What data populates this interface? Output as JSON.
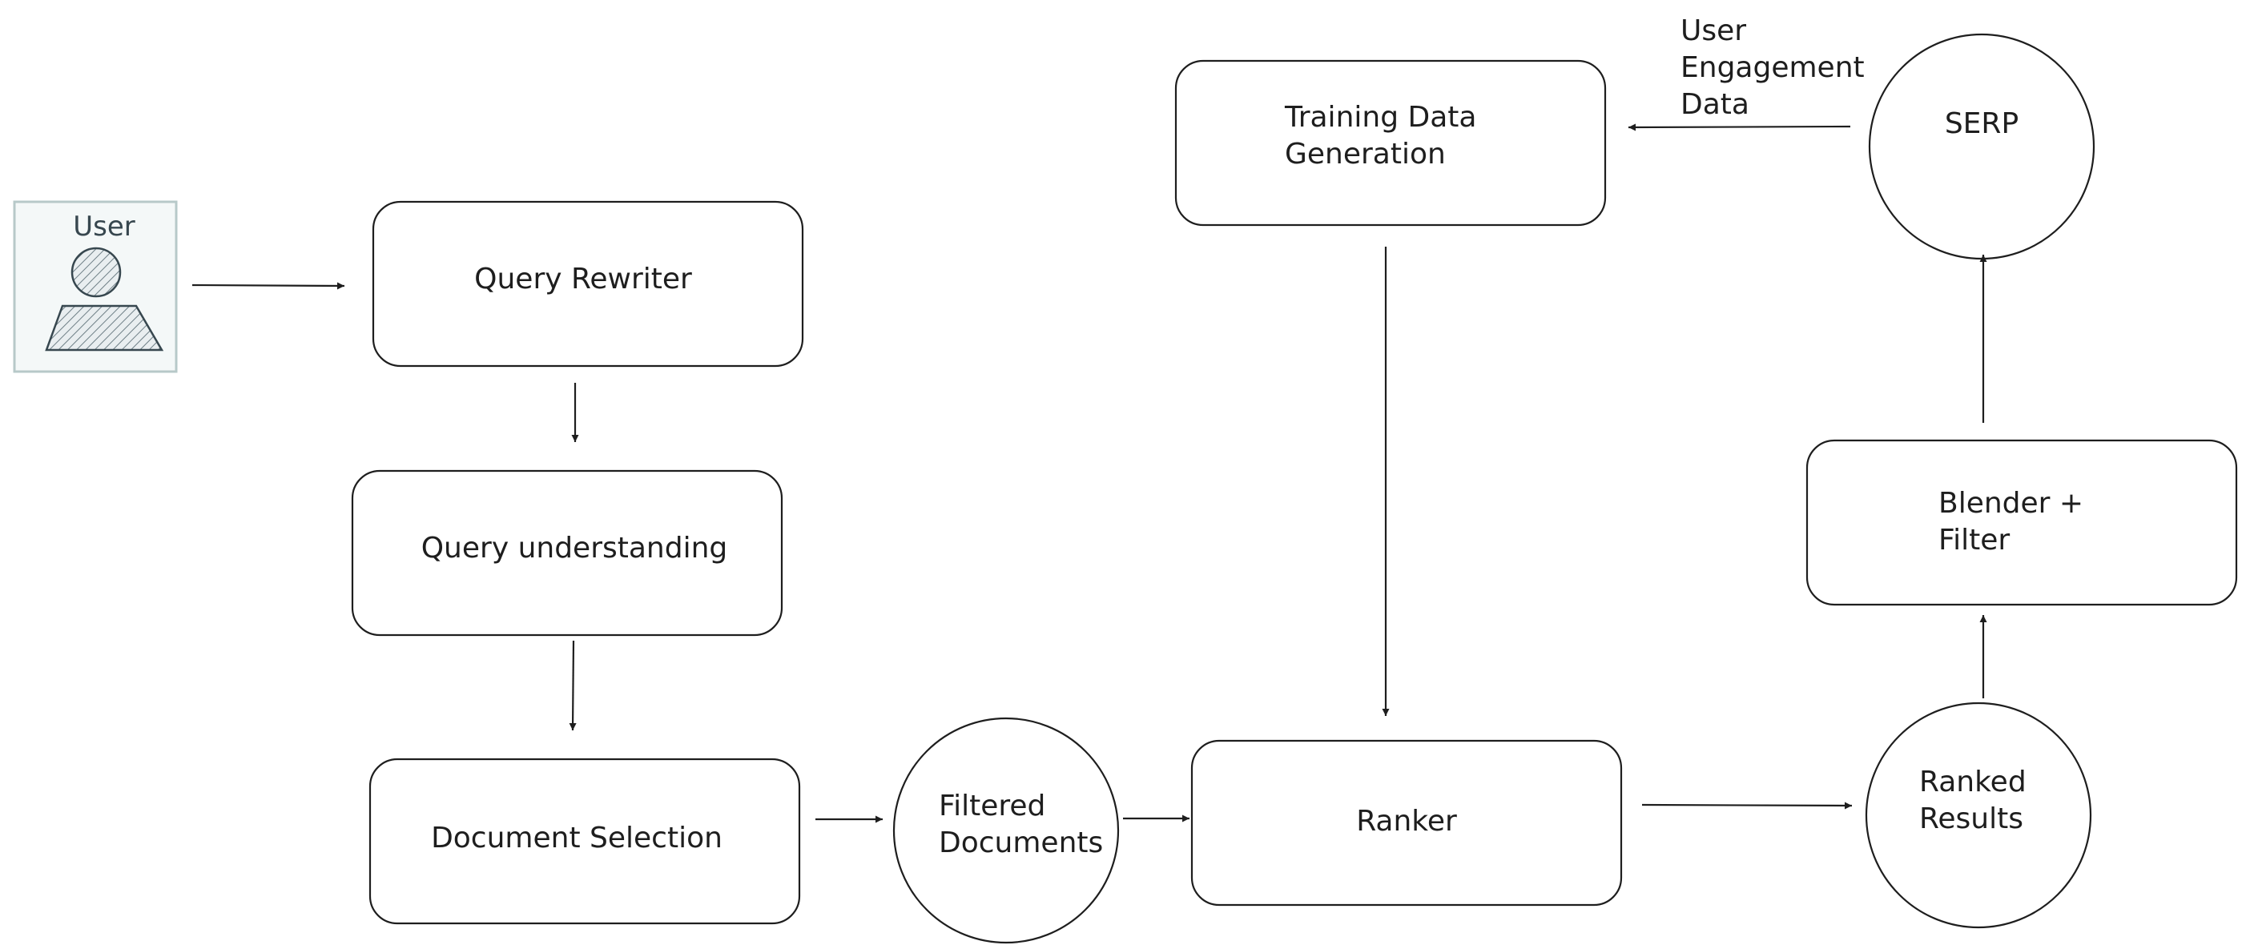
{
  "diagram": {
    "actor": {
      "label": "User"
    },
    "nodes": {
      "query_rewriter": [
        "Query Rewriter"
      ],
      "query_understanding": [
        "Query understanding"
      ],
      "document_selection": [
        "Document Selection"
      ],
      "filtered_documents": [
        "Filtered",
        "Documents"
      ],
      "ranker": [
        "Ranker"
      ],
      "ranked_results": [
        "Ranked",
        "Results"
      ],
      "blender_filter": [
        "Blender +",
        "Filter"
      ],
      "serp": [
        "SERP"
      ],
      "training_data_generation": [
        "Training Data",
        "Generation"
      ]
    },
    "edge_labels": {
      "serp_to_training": [
        "User",
        "Engagement",
        "Data"
      ]
    }
  }
}
